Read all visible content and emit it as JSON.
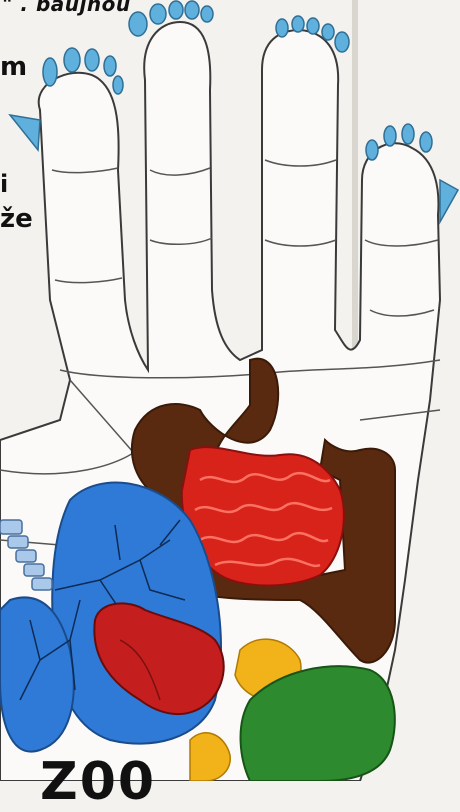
{
  "text_fragments": {
    "top_line": "\" . baujnou",
    "quote_mark": "\"",
    "left_m": "m",
    "left_i": "i",
    "left_ze": "že",
    "bottom_partial": "Z00"
  },
  "colors": {
    "background": "#f4f2ee",
    "outline": "#3a3a3a",
    "toes": "#5fb0dc",
    "lungs": "#2f7ad6",
    "heart": "#c41e1e",
    "small_intestine": "#d8231a",
    "large_intestine": "#5a2a10",
    "liver": "#2e8a2e",
    "gall": "#f2b21a"
  },
  "icons": [
    "hand-outline-icon",
    "foot-toes-icon",
    "lungs-icon",
    "heart-icon",
    "small-intestine-icon",
    "large-intestine-icon",
    "liver-icon",
    "gallbladder-icon",
    "trachea-icon"
  ]
}
